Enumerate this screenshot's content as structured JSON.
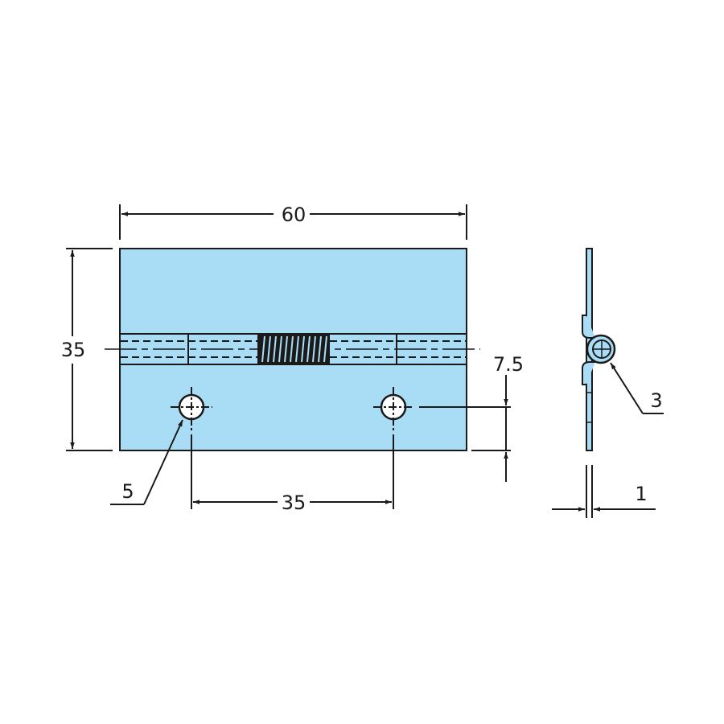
{
  "diagram": {
    "type": "technical-drawing",
    "subject": "piano hinge with spring",
    "colors": {
      "fill": "#A8DDF5",
      "line": "#1a1a1a",
      "background": "#ffffff",
      "hole": "#ffffff"
    },
    "front_view": {
      "dimensions": {
        "overall_width": "60",
        "overall_height": "35",
        "hole_spacing": "35",
        "hole_diameter": "5",
        "hole_edge_distance": "7.5"
      }
    },
    "side_view": {
      "dimensions": {
        "pin_diameter": "3",
        "leaf_thickness": "1"
      }
    }
  }
}
